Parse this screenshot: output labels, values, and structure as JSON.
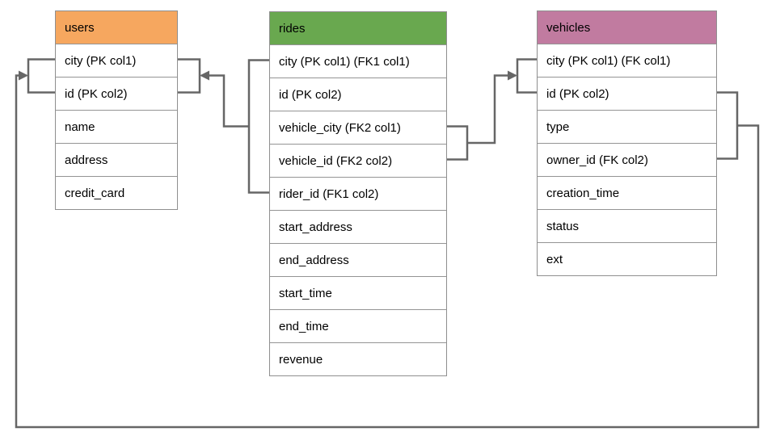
{
  "diagram": {
    "kind": "database-er-schema",
    "background_color": "#ffffff",
    "connector_color": "#666666",
    "tables": [
      {
        "name": "users",
        "header_color": "#f6a75f",
        "columns": [
          "city (PK col1)",
          "id (PK col2)",
          "name",
          "address",
          "credit_card"
        ]
      },
      {
        "name": "rides",
        "header_color": "#69a84f",
        "columns": [
          "city (PK col1) (FK1 col1)",
          "id (PK col2)",
          "vehicle_city (FK2 col1)",
          "vehicle_id (FK2 col2)",
          "rider_id (FK1 col2)",
          "start_address",
          "end_address",
          "start_time",
          "end_time",
          "revenue"
        ]
      },
      {
        "name": "vehicles",
        "header_color": "#c17ba0",
        "columns": [
          "city (PK col1) (FK col1)",
          "id (PK col2)",
          "type",
          "owner_id (FK col2)",
          "creation_time",
          "status",
          "ext"
        ]
      }
    ],
    "relationships": [
      {
        "name": "FK1",
        "from_table": "rides",
        "from_columns": [
          "city (PK col1) (FK1 col1)",
          "rider_id (FK1 col2)"
        ],
        "to_table": "users",
        "to_columns": [
          "city (PK col1)",
          "id (PK col2)"
        ]
      },
      {
        "name": "FK2",
        "from_table": "rides",
        "from_columns": [
          "vehicle_city (FK2 col1)",
          "vehicle_id (FK2 col2)"
        ],
        "to_table": "vehicles",
        "to_columns": [
          "city (PK col1) (FK col1)",
          "id (PK col2)"
        ]
      },
      {
        "name": "FK",
        "from_table": "vehicles",
        "from_columns": [
          "id (PK col2)",
          "owner_id (FK col2)"
        ],
        "to_table": "users",
        "to_columns": [
          "city (PK col1)",
          "id (PK col2)"
        ]
      }
    ]
  }
}
